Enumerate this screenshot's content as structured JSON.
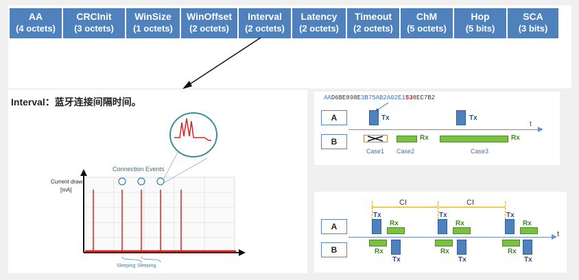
{
  "fields": [
    {
      "name": "AA",
      "size": "(4 octets)"
    },
    {
      "name": "CRCInit",
      "size": "(3 octets)"
    },
    {
      "name": "WinSize",
      "size": "(1 octets)"
    },
    {
      "name": "WinOffset",
      "size": "(2 octets)"
    },
    {
      "name": "Interval",
      "size": "(2 octets)"
    },
    {
      "name": "Latency",
      "size": "(2 octets)"
    },
    {
      "name": "Timeout",
      "size": "(2 octets)"
    },
    {
      "name": "ChM",
      "size": "(5 octets)"
    },
    {
      "name": "Hop",
      "size": "(5 bits)"
    },
    {
      "name": "SCA",
      "size": "(3 bits)"
    }
  ],
  "description": "Interval：蓝牙连接间隔时间。",
  "power_chart": {
    "ylabel_line1": "Current draw",
    "ylabel_line2": "[mA]",
    "events_label": "Connection Events",
    "sleep1": "Sleeping",
    "sleep2": "Sleeping"
  },
  "timing_top": {
    "hex_prefix_blue": "AA",
    "hex_part1": "D6BE898E",
    "hex_part2_blue": "3B75AB2A02E1",
    "hex_part3_red": "53",
    "hex_part4": "8EC7B2",
    "device_a": "A",
    "device_b": "B",
    "tx1": "Tx",
    "tx2": "Tx",
    "rx_case2": "Rx",
    "rx_case3": "Rx",
    "case1": "Case1",
    "case2": "Case2",
    "case3": "Case3",
    "axis": "t"
  },
  "timing_bottom": {
    "ci1": "CI",
    "ci2": "CI",
    "device_a": "A",
    "device_b": "B",
    "tx": "Tx",
    "rx": "Rx",
    "axis": "t"
  },
  "colors": {
    "field_bg": "#4f81bd",
    "tx_block": "#4f81bd",
    "rx_block": "#7ac142",
    "signal": "#e02020"
  }
}
